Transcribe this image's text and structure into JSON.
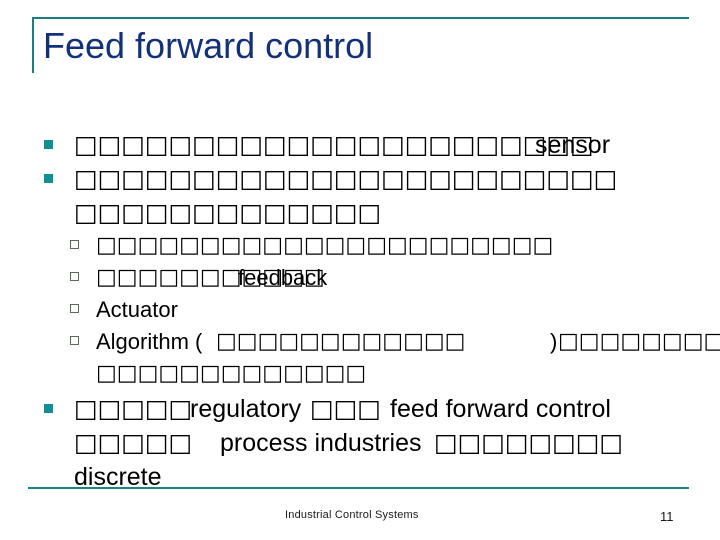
{
  "slide": {
    "title": "Feed forward control",
    "accent_color": "#1a7f7f",
    "title_color": "#12317a",
    "body_color": "#000000",
    "bullet_l1_color": "#0e9094",
    "bullet_l2_color": "#5a6b5a",
    "background_color": "#ffffff"
  },
  "content": {
    "b1": {
      "boxes": "□□□□□□□□□□□□□□□□□□□□□□",
      "word": "sensor"
    },
    "b2": {
      "boxes_line1": "□□□□□□□□□□□□□□□□□□□□□□□",
      "boxes_line2": "□□□□□□□□□□□□□"
    },
    "s1": {
      "boxes": "□□□□□□□□□□□□□□□□□□□□□□"
    },
    "s2": {
      "boxes": "□□□□□□□□□□□",
      "word": "feedback"
    },
    "s3": {
      "word": "Actuator"
    },
    "s4": {
      "prefix": "Algorithm (",
      "boxes_inner": "□□□□□□□□□□□□",
      "suffix": ")",
      "boxes_tail": "□□□□□□□□□",
      "boxes_line2": "□□□□□□□□□□□□□"
    },
    "b3": {
      "line1_boxes": "□□□□□",
      "line1_word1": "regulatory",
      "line1_mid_boxes": "□□□",
      "line1_word2": "feed forward control",
      "line2_boxes": "□□□□□",
      "line2_word1": "process industries",
      "line2_tail_boxes": "□□□□□□□□",
      "line3_word": "discrete"
    }
  },
  "footer": {
    "label": "Industrial Control Systems",
    "page_number": "11"
  }
}
